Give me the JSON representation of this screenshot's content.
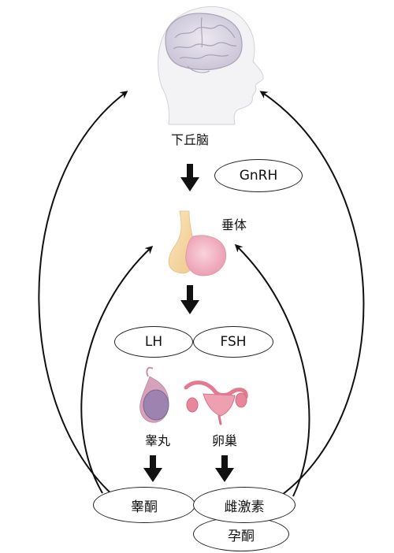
{
  "labels": {
    "hypothalamus": "下丘脑",
    "pituitary": "垂体",
    "testis": "睾丸",
    "ovary": "卵巢"
  },
  "hormones": {
    "gnrh": "GnRH",
    "lh": "LH",
    "fsh": "FSH",
    "testosterone": "睾酮",
    "estrogen": "雌激素",
    "progesterone": "孕酮"
  },
  "colors": {
    "arrow": "#111111",
    "brain": "#d9d4e2",
    "head": "#f4f4f6",
    "pituitary_left": "#f5d9a8",
    "pituitary_right": "#f4b8c6",
    "testis": "#a98fb8",
    "ovary": "#e58b9d"
  }
}
